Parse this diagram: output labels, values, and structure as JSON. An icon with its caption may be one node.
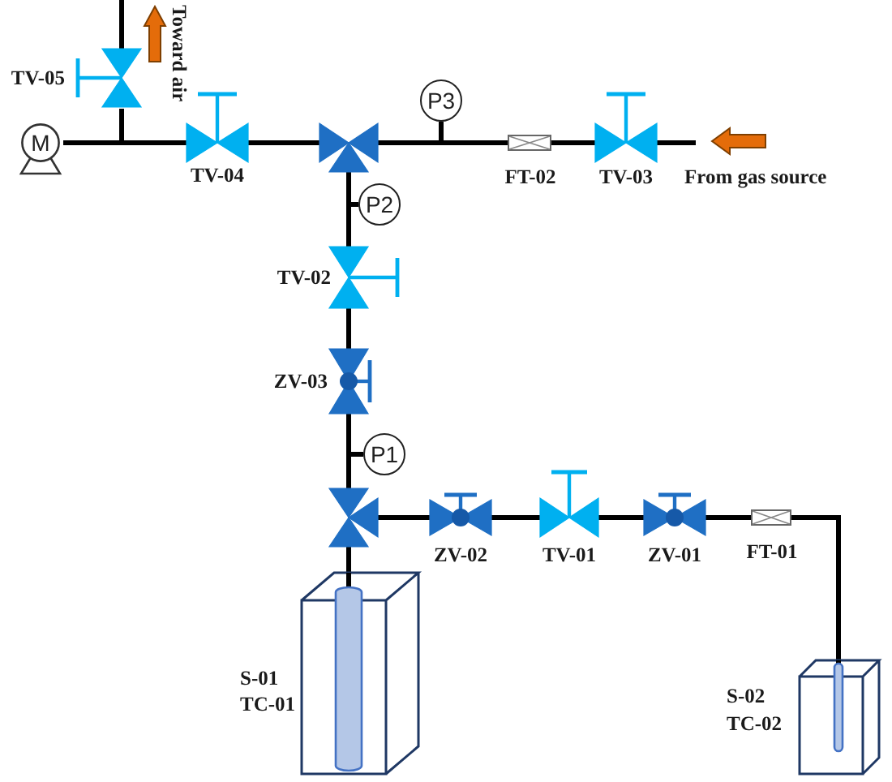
{
  "diagram": {
    "nodes": [
      {
        "text": [],
        "shape": "valve",
        "beside": [
          "TV-05"
        ]
      },
      {
        "text": [
          "M"
        ]
      },
      {
        "text": [],
        "shape": "valve",
        "beside": [
          "TV-04"
        ]
      },
      {
        "text": [],
        "shape": "valve"
      },
      {
        "text": [
          "P3"
        ]
      },
      {
        "text": [],
        "shape": "filter",
        "beside": [
          "FT-02"
        ]
      },
      {
        "text": [],
        "shape": "valve",
        "beside": [
          "TV-03"
        ]
      },
      {
        "text": [
          "P2"
        ]
      },
      {
        "text": [],
        "shape": "valve",
        "beside": [
          "TV-02"
        ]
      },
      {
        "text": [],
        "shape": "valve",
        "beside": [
          "ZV-03"
        ]
      },
      {
        "text": [
          "P1"
        ]
      },
      {
        "text": [],
        "shape": "valve"
      },
      {
        "text": [],
        "shape": "valve",
        "beside": [
          "ZV-02"
        ]
      },
      {
        "text": [],
        "shape": "valve",
        "beside": [
          "TV-01"
        ]
      },
      {
        "text": [],
        "shape": "valve",
        "beside": [
          "ZV-01"
        ]
      },
      {
        "text": [],
        "shape": "filter",
        "beside": [
          "FT-01"
        ]
      },
      {
        "text": [],
        "shape": "box",
        "beside": [
          "S-01",
          "TC-01"
        ]
      },
      {
        "text": [],
        "shape": "box",
        "beside": [
          "S-02",
          "TC-02"
        ]
      }
    ],
    "edges": [
      {
        "from": 0,
        "to": null,
        "arrow": "none"
      },
      {
        "from": 2,
        "to": 0,
        "arrow": "none"
      },
      {
        "from": 2,
        "to": 1,
        "arrow": "none"
      },
      {
        "from": 3,
        "to": 2,
        "arrow": "none"
      },
      {
        "from": 5,
        "to": 3,
        "arrow": "none"
      },
      {
        "from": 5,
        "to": 4,
        "arrow": "none"
      },
      {
        "from": 6,
        "to": 5,
        "arrow": "none"
      },
      {
        "from": null,
        "to": 6,
        "arrow": "none"
      },
      {
        "from": 3,
        "to": 7,
        "arrow": "none"
      },
      {
        "from": 3,
        "to": 8,
        "arrow": "none"
      },
      {
        "from": 8,
        "to": 9,
        "arrow": "none"
      },
      {
        "from": 9,
        "to": 10,
        "arrow": "none"
      },
      {
        "from": 9,
        "to": 11,
        "arrow": "none"
      },
      {
        "from": 11,
        "to": 16,
        "arrow": "none"
      },
      {
        "from": 12,
        "to": 11,
        "arrow": "none"
      },
      {
        "from": 13,
        "to": 12,
        "arrow": "none"
      },
      {
        "from": 14,
        "to": 13,
        "arrow": "none"
      },
      {
        "from": 15,
        "to": 14,
        "arrow": "none"
      },
      {
        "from": 17,
        "to": 15,
        "arrow": "none"
      }
    ],
    "labels": [
      "Toward air",
      "From gas source"
    ]
  }
}
